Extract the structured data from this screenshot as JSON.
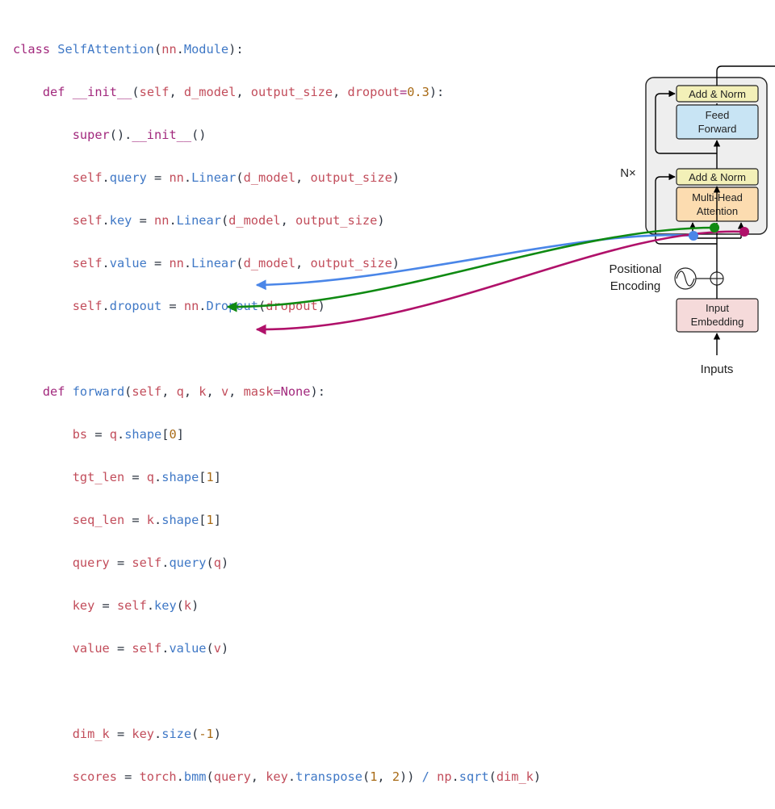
{
  "code": {
    "l1": {
      "kw": "class",
      "cls": "SelfAttention",
      "p1": "(",
      "base_mod": "nn",
      "dot": ".",
      "base_cls": "Module",
      "end": "):"
    },
    "l2": {
      "kw": "def",
      "fn": "__init__",
      "p1": "(",
      "a1": "self",
      "c1": ", ",
      "a2": "d_model",
      "c2": ", ",
      "a3": "output_size",
      "c3": ", ",
      "a4": "dropout",
      "eq": "=",
      "n1": "0.3",
      "end": "):"
    },
    "l3": {
      "f1": "super",
      "p1": "().",
      "f2": "__init__",
      "p2": "()"
    },
    "l4": {
      "self": "self",
      "dot": ".",
      "attr": "query",
      "eq": " = ",
      "mod": "nn",
      "dot2": ".",
      "cls": "Linear",
      "p1": "(",
      "a1": "d_model",
      "c1": ", ",
      "a2": "output_size",
      "p2": ")"
    },
    "l5": {
      "self": "self",
      "dot": ".",
      "attr": "key",
      "eq": " = ",
      "mod": "nn",
      "dot2": ".",
      "cls": "Linear",
      "p1": "(",
      "a1": "d_model",
      "c1": ", ",
      "a2": "output_size",
      "p2": ")"
    },
    "l6": {
      "self": "self",
      "dot": ".",
      "attr": "value",
      "eq": " = ",
      "mod": "nn",
      "dot2": ".",
      "cls": "Linear",
      "p1": "(",
      "a1": "d_model",
      "c1": ", ",
      "a2": "output_size",
      "p2": ")"
    },
    "l7": {
      "self": "self",
      "dot": ".",
      "attr": "dropout",
      "eq": " = ",
      "mod": "nn",
      "dot2": ".",
      "cls": "Dropout",
      "p1": "(",
      "a1": "dropout",
      "p2": ")"
    },
    "l9": {
      "kw": "def",
      "fn": "forward",
      "p1": "(",
      "a1": "self",
      "c1": ", ",
      "a2": "q",
      "c2": ", ",
      "a3": "k",
      "c3": ", ",
      "a4": "v",
      "c4": ", ",
      "a5": "mask",
      "eq": "=",
      "none": "None",
      "end": "):"
    },
    "l10": {
      "lhs": "bs",
      "eq": " = ",
      "obj": "q",
      "dot": ".",
      "attr": "shape",
      "b1": "[",
      "n1": "0",
      "b2": "]"
    },
    "l11": {
      "lhs": "tgt_len",
      "eq": " = ",
      "obj": "q",
      "dot": ".",
      "attr": "shape",
      "b1": "[",
      "n1": "1",
      "b2": "]"
    },
    "l12": {
      "lhs": "seq_len",
      "eq": " = ",
      "obj": "k",
      "dot": ".",
      "attr": "shape",
      "b1": "[",
      "n1": "1",
      "b2": "]"
    },
    "l13": {
      "lhs": "query",
      "eq": " = ",
      "self": "self",
      "dot": ".",
      "fn": "query",
      "p1": "(",
      "a1": "q",
      "p2": ")"
    },
    "l14": {
      "lhs": "key",
      "eq": " = ",
      "self": "self",
      "dot": ".",
      "fn": "key",
      "p1": "(",
      "a1": "k",
      "p2": ")"
    },
    "l15": {
      "lhs": "value",
      "eq": " = ",
      "self": "self",
      "dot": ".",
      "fn": "value",
      "p1": "(",
      "a1": "v",
      "p2": ")"
    },
    "l17": {
      "lhs": "dim_k",
      "eq": " = ",
      "obj": "key",
      "dot": ".",
      "fn": "size",
      "p1": "(",
      "n1": "-1",
      "p2": ")"
    },
    "l18": {
      "lhs": "scores",
      "eq": " = ",
      "mod": "torch",
      "dot": ".",
      "fn": "bmm",
      "p1": "(",
      "a1": "query",
      "c1": ", ",
      "obj": "key",
      "dot2": ".",
      "fn2": "transpose",
      "p2": "(",
      "n1": "1",
      "c2": ", ",
      "n2": "2",
      "p3": "))",
      "div": " / ",
      "mod2": "np",
      "dot3": ".",
      "fn3": "sqrt",
      "p4": "(",
      "a2": "dim_k",
      "p5": ")"
    }
  },
  "diagram": {
    "nx_label": "N×",
    "add_norm_top": "Add & Norm",
    "feed_forward": [
      "Feed",
      "Forward"
    ],
    "add_norm_mid": "Add & Norm",
    "multi_head": [
      "Multi-Head",
      "Attention"
    ],
    "positional_encoding": [
      "Positional",
      "Encoding"
    ],
    "input_embedding": [
      "Input",
      "Embedding"
    ],
    "inputs": "Inputs"
  },
  "colors": {
    "query_arrow": "#4a86e8",
    "key_arrow": "#0f8a12",
    "value_arrow": "#b0116a",
    "add_norm_fill": "#f3f0b8",
    "feed_forward_fill": "#c8e4f4",
    "attention_fill": "#fcdcb0",
    "embedding_fill": "#f5dada",
    "block_fill": "#eeeeee"
  }
}
